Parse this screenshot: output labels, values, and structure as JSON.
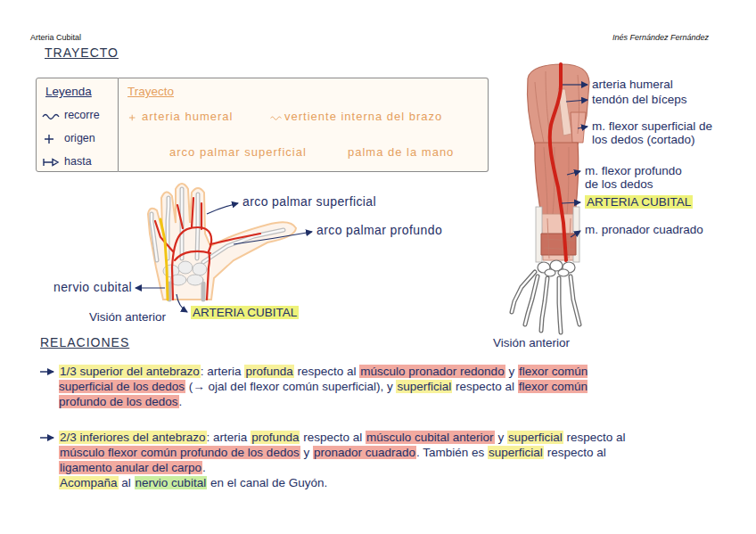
{
  "diagram": {
    "title": "Arteria Cubital",
    "nodes": [
      {
        "text": [
          "Leyenda"
        ]
      },
      {
        "text": [
          "Trayecto"
        ]
      },
      {
        "text": [
          "arteria humeral"
        ],
        "in": 1
      },
      {
        "text": [
          "vertiente interna del brazo"
        ],
        "in": 1
      },
      {
        "text": [
          "arco palmar superficial"
        ],
        "in": 1
      },
      {
        "text": [
          "palma de la mano"
        ],
        "in": 1
      }
    ],
    "edges": [
      {
        "from": 2,
        "to": 3,
        "arrow": "to"
      },
      {
        "from": 3,
        "to": 5,
        "arrow": "to"
      },
      {
        "from": 5,
        "to": 4,
        "arrow": "to"
      }
    ],
    "labels": [
      "Inés Fernández Fernández",
      "TRAYECTO",
      "arco palmar superficial",
      "arco palmar profundo",
      "nervio cubital",
      "Visión anterior",
      "ARTERIA CUBITAL",
      "arteria humeral",
      "tendón del bíceps",
      "m. flexor superficial de los dedos (cortado)",
      "m. flexor profundo de los dedos",
      "ARTERIA CUBITAL",
      "m. pronador cuadrado",
      "Visión anterior",
      "RELACIONES",
      "1/3 superior del antebrazo",
      ": arteria",
      "profunda",
      "respecto al",
      "músculo pronador redondo",
      "y",
      "flexor común superficial de los dedos",
      "(→ ojal del flexor común superficial), y",
      "superficial",
      "respecto al",
      "flexor común profundo de los dedos",
      ".",
      "2/3 inferiores del antebrazo",
      ": arteria",
      "profunda",
      "respecto al",
      "músculo cubital anterior",
      "y",
      "superficial",
      "respecto al",
      "músculo flexor común profundo de los dedos",
      "y",
      "pronador cuadrado",
      ". También es",
      "superficial",
      "respecto al",
      "ligamento anular del carpo",
      ".",
      "Acompaña",
      "al",
      "nervio cubital",
      "en el canal de Guyón."
    ],
    "legend": [
      {
        "text": "recorre"
      },
      {
        "text": "origen"
      },
      {
        "text": "hasta"
      }
    ]
  }
}
